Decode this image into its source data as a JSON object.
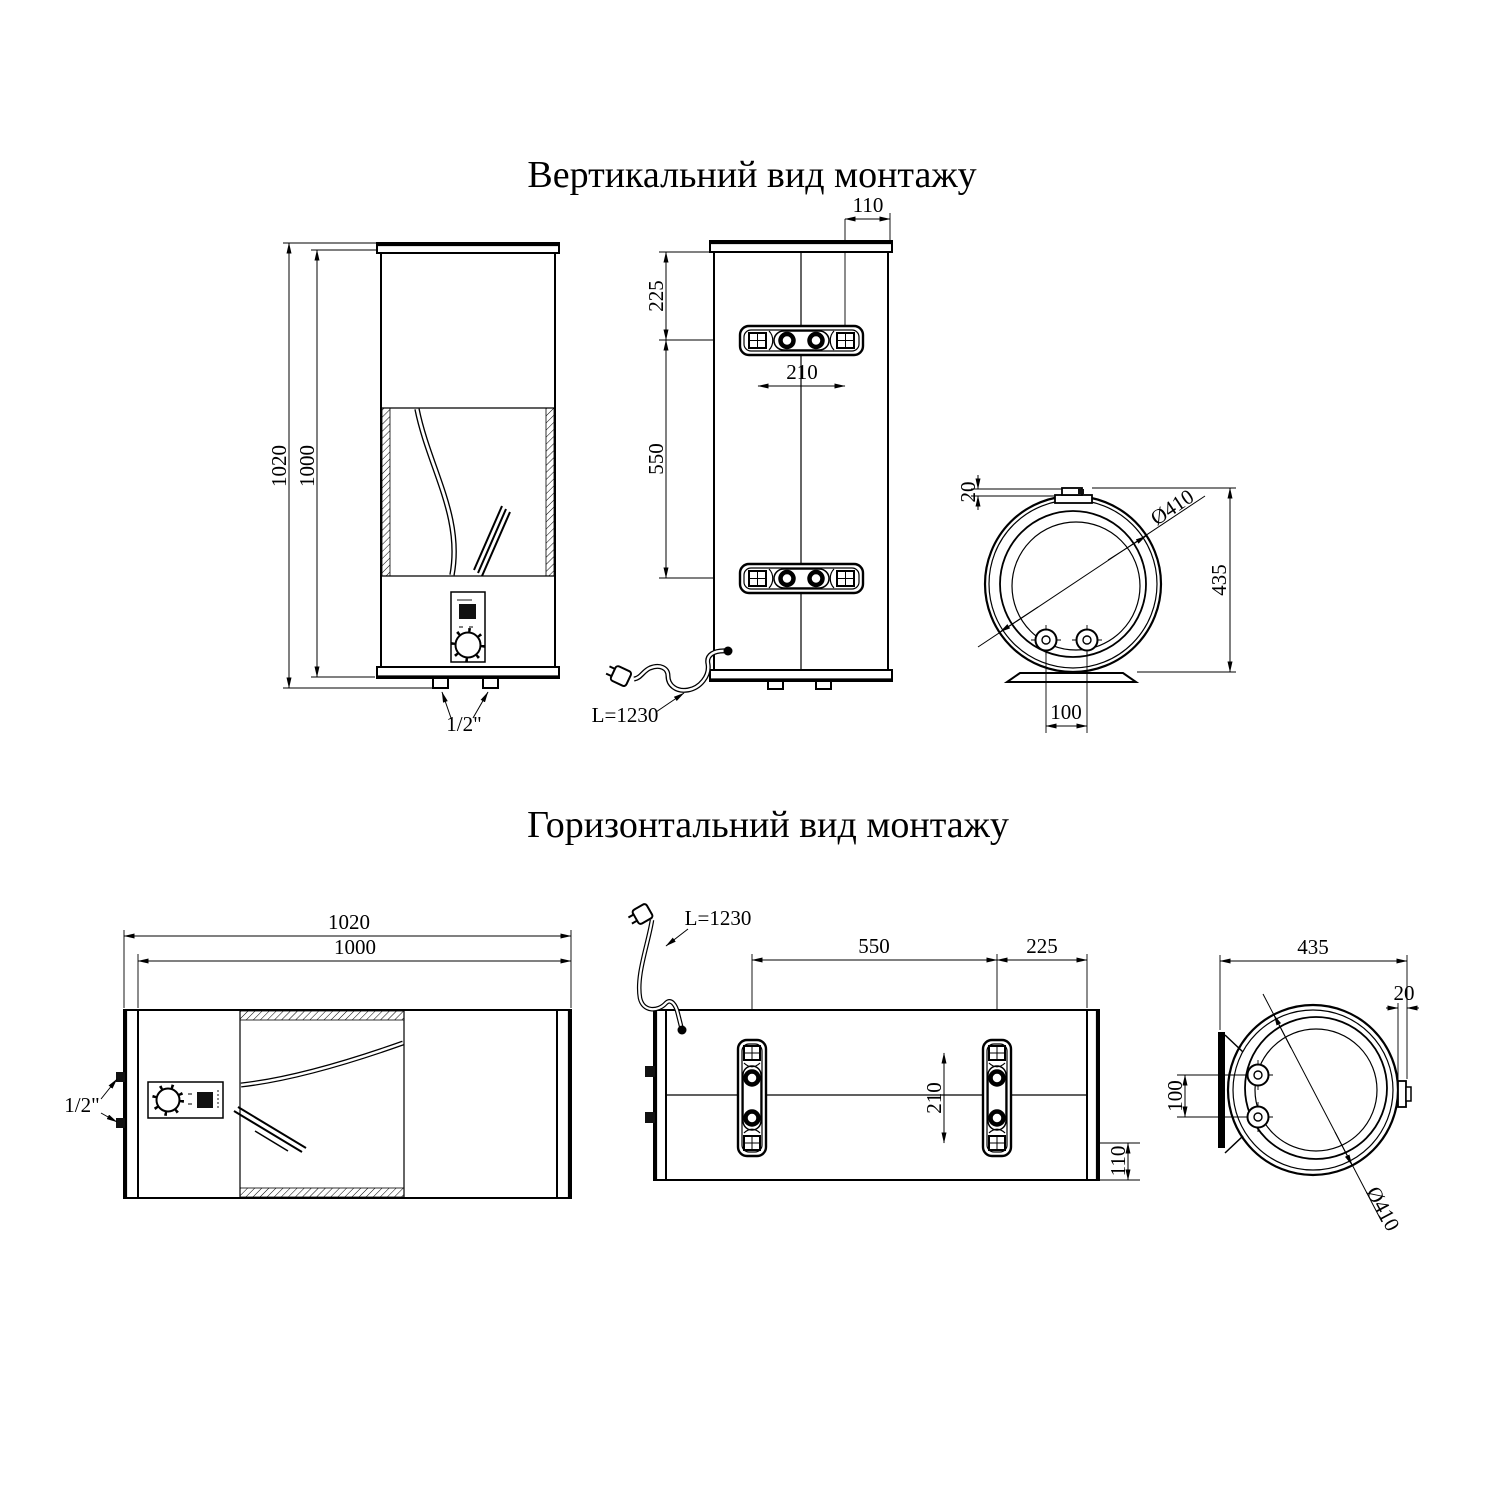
{
  "page": {
    "background": "#ffffff",
    "line_color": "#000000"
  },
  "vertical_section": {
    "title": "Вертикальний вид монтажу",
    "front_view": {
      "dim_total_height": "1020",
      "dim_tank_height": "1000",
      "label_pipe_thread": "1/2\""
    },
    "back_view": {
      "dim_bracket_to_edge": "110",
      "dim_top_to_bracket": "225",
      "dim_bracket_hole_span": "210",
      "dim_bracket_spacing": "550",
      "label_cable_length": "L=1230"
    },
    "bottom_view": {
      "dim_bracket_offset": "20",
      "dim_diameter": "Ø410",
      "dim_overall_depth": "435",
      "dim_pipe_spacing": "100"
    }
  },
  "horizontal_section": {
    "title": "Горизонтальний вид монтажу",
    "front_view": {
      "dim_total_length": "1020",
      "dim_tank_length": "1000",
      "label_pipe_thread": "1/2\""
    },
    "back_view": {
      "label_cable_length": "L=1230",
      "dim_bracket_spacing": "550",
      "dim_bracket_to_edge": "225",
      "dim_bracket_hole_span": "210",
      "dim_bracket_to_bottom": "110"
    },
    "side_view": {
      "dim_overall_depth": "435",
      "dim_bracket_offset": "20",
      "dim_pipe_spacing": "100",
      "dim_diameter": "Ø410"
    }
  }
}
